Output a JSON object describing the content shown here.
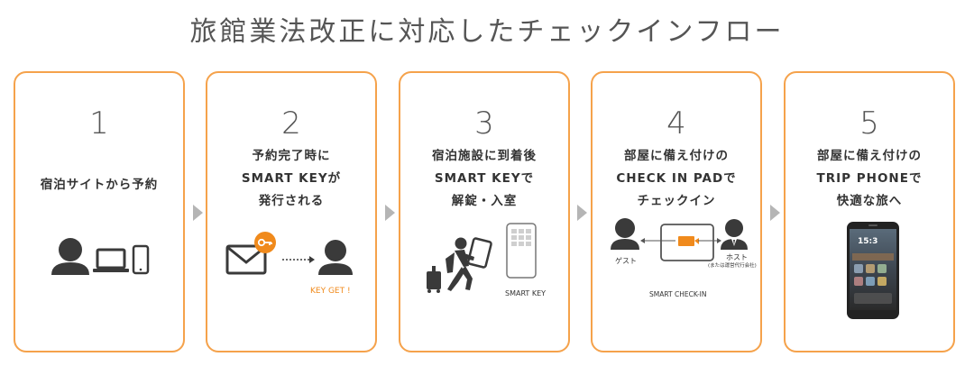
{
  "title": "旅館業法改正に対応したチェックインフロー",
  "steps": [
    {
      "number": "1",
      "lines": [
        "宿泊サイトから予約"
      ]
    },
    {
      "number": "2",
      "lines": [
        "予約完了時に",
        "SMART KEYが",
        "発行される"
      ],
      "badge": "KEY GET !"
    },
    {
      "number": "3",
      "lines": [
        "宿泊施設に到着後",
        "SMART KEYで",
        "解錠・入室"
      ],
      "caption": "SMART KEY"
    },
    {
      "number": "4",
      "lines": [
        "部屋に備え付けの",
        "CHECK IN PADで",
        "チェックイン"
      ],
      "guest": "ゲスト",
      "host": "ホスト",
      "host_sub": "(または運営代行会社)",
      "caption": "SMART CHECK-IN"
    },
    {
      "number": "5",
      "lines": [
        "部屋に備え付けの",
        "TRIP PHONEで",
        "快適な旅へ"
      ],
      "phone_time": "15:3"
    }
  ],
  "colors": {
    "accent": "#f5a24b",
    "key_orange": "#f08a1c",
    "icon_dark": "#3a3a3a",
    "arrow": "#b5b5b5"
  }
}
